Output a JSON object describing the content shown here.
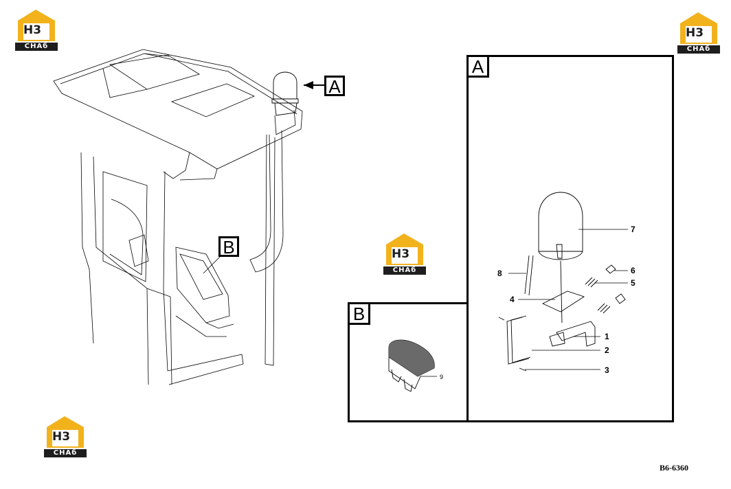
{
  "logo": {
    "mark": "H3",
    "caption": "CHAб"
  },
  "callouts": {
    "a": "A",
    "b": "B"
  },
  "detail_a": {
    "letter": "A",
    "parts": [
      "7",
      "6",
      "5",
      "8",
      "4",
      "1",
      "2",
      "3"
    ]
  },
  "detail_b": {
    "letter": "B",
    "parts": [
      "9"
    ]
  },
  "drawing_code": "B6-6360"
}
